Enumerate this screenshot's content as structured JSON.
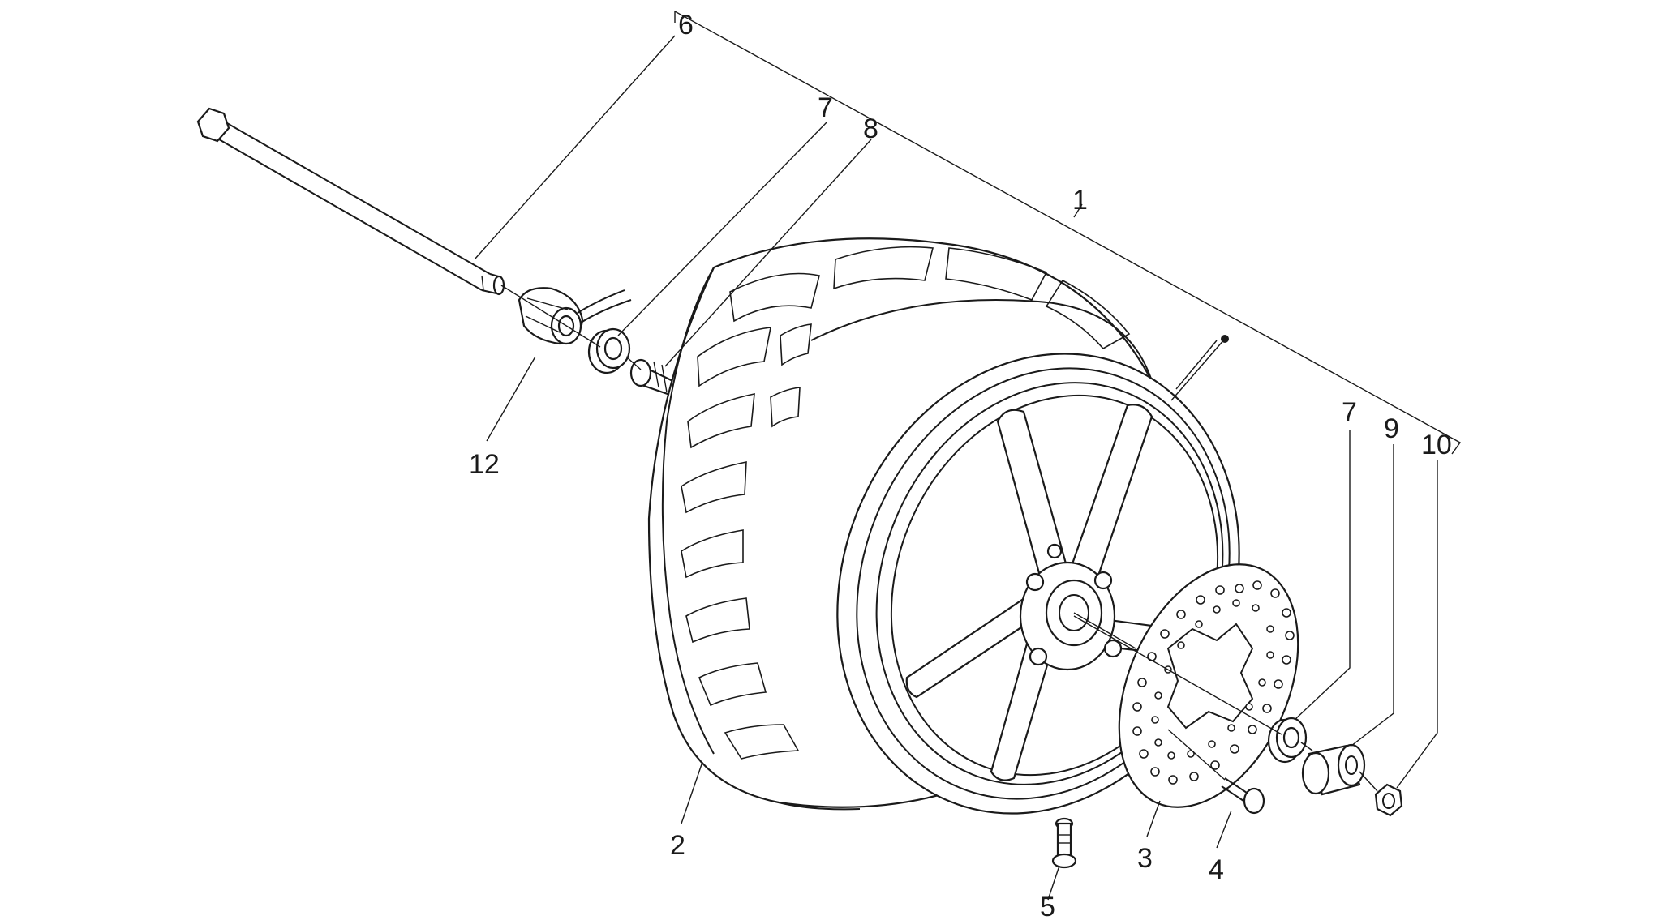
{
  "callouts": {
    "c1": "1",
    "c2": "2",
    "c3": "3",
    "c4": "4",
    "c5": "5",
    "c6": "6",
    "c7a": "7",
    "c7b": "7",
    "c8": "8",
    "c9": "9",
    "c10": "10",
    "c12": "12"
  }
}
